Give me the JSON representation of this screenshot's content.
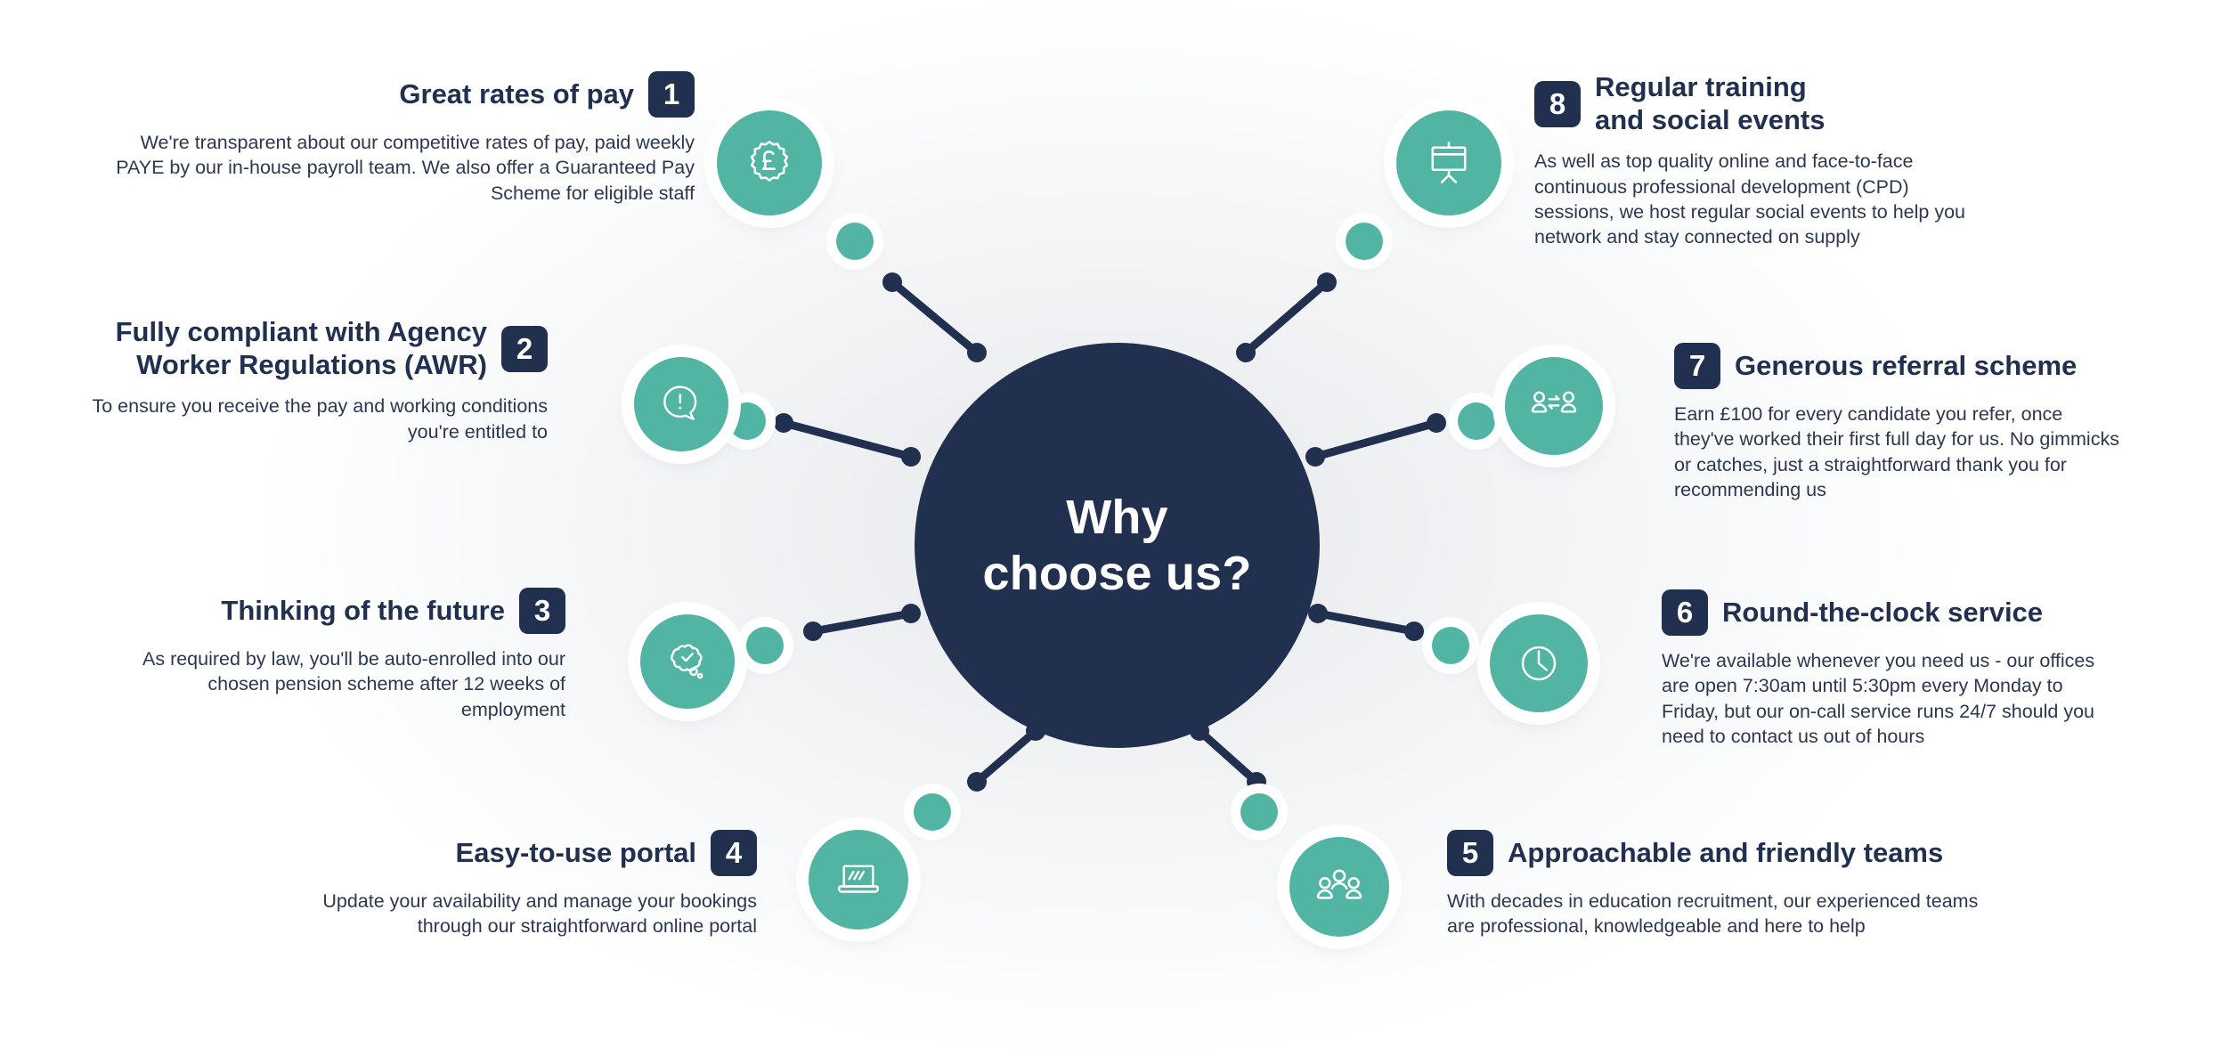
{
  "theme": {
    "navy": "#22304f",
    "teal": "#52b5a4",
    "white": "#ffffff",
    "body_text": "#2c3750",
    "background": "#ffffff"
  },
  "center": {
    "line1": "Why",
    "line2": "choose us?",
    "full_text": "Why choose us?"
  },
  "items": [
    {
      "number": "1",
      "title": "Great rates of pay",
      "description": "We're transparent about our competitive rates of pay, paid weekly PAYE by our in-house payroll team. We also offer a Guaranteed Pay Scheme for eligible staff",
      "icon": "pound-badge-icon",
      "side": "left"
    },
    {
      "number": "2",
      "title": "Fully compliant with Agency\nWorker Regulations (AWR)",
      "description": "To ensure you receive the pay and working conditions you're entitled to",
      "icon": "speech-bubble-alert-icon",
      "side": "left"
    },
    {
      "number": "3",
      "title": "Thinking of the future",
      "description": "As required by law, you'll be auto-enrolled into our chosen pension scheme after 12 weeks of employment",
      "icon": "thought-bubble-check-icon",
      "side": "left"
    },
    {
      "number": "4",
      "title": "Easy-to-use portal",
      "description": "Update your availability and manage your bookings through our straightforward online portal",
      "icon": "laptop-icon",
      "side": "left"
    },
    {
      "number": "5",
      "title": "Approachable and friendly teams",
      "description": "With decades in education recruitment, our experienced teams are professional, knowledgeable and here to help",
      "icon": "people-group-icon",
      "side": "right"
    },
    {
      "number": "6",
      "title": "Round-the-clock service",
      "description": "We're available whenever you need us - our offices are open 7:30am until 5:30pm every Monday to Friday, but our on-call service runs 24/7 should you need to contact us out of hours",
      "icon": "clock-icon",
      "side": "right"
    },
    {
      "number": "7",
      "title": "Generous referral scheme",
      "description": "Earn £100 for every candidate you refer, once they've worked their first full day for us. No gimmicks or catches, just a straightforward thank you for recommending us",
      "icon": "referral-exchange-icon",
      "side": "right"
    },
    {
      "number": "8",
      "title": "Regular training\nand social events",
      "description": "As well as top quality online and face-to-face continuous professional development (CPD) sessions, we host regular social events to help you network and stay connected on supply",
      "icon": "presentation-board-icon",
      "side": "right"
    }
  ]
}
